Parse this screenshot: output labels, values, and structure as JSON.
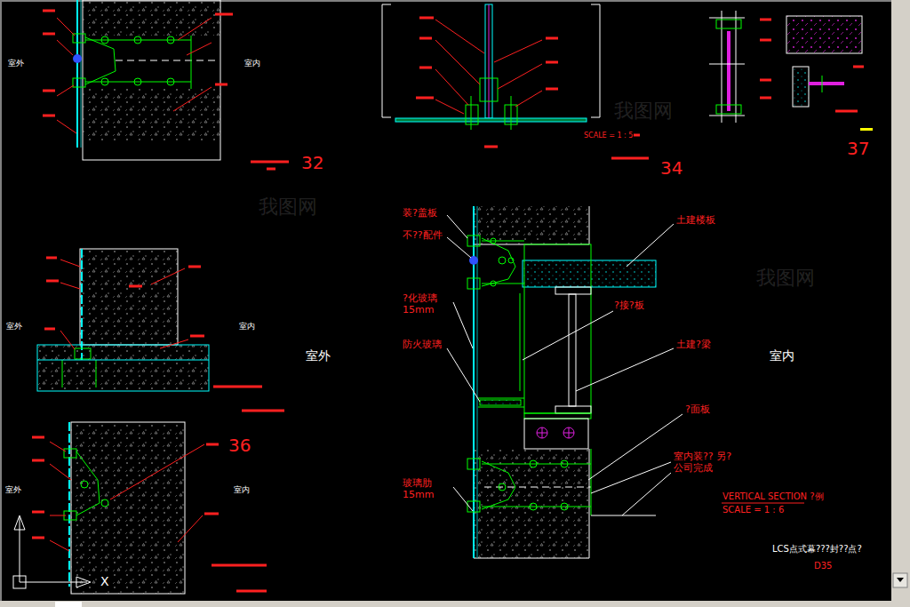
{
  "diagram": {
    "labels": [
      "32",
      "34",
      "37",
      "36",
      "室外",
      "室内",
      "室外",
      "室内",
      "室外",
      "室内",
      "室外",
      "室内",
      "装?盖板",
      "不??配件",
      "?化玻璃 15mm",
      "防火玻璃",
      "玻璃肋 15mm",
      "土建楼板",
      "?接?板",
      "土建?梁",
      "?面板",
      "室内装?? 另?公司完成",
      "VERTICAL SECTION ?例",
      "SCALE = 1 : 6",
      "LCS点式幕???封??点?",
      "D35",
      "SCALE = 1 : 5",
      "X",
      "我图网",
      "我图网",
      "我图网"
    ]
  }
}
